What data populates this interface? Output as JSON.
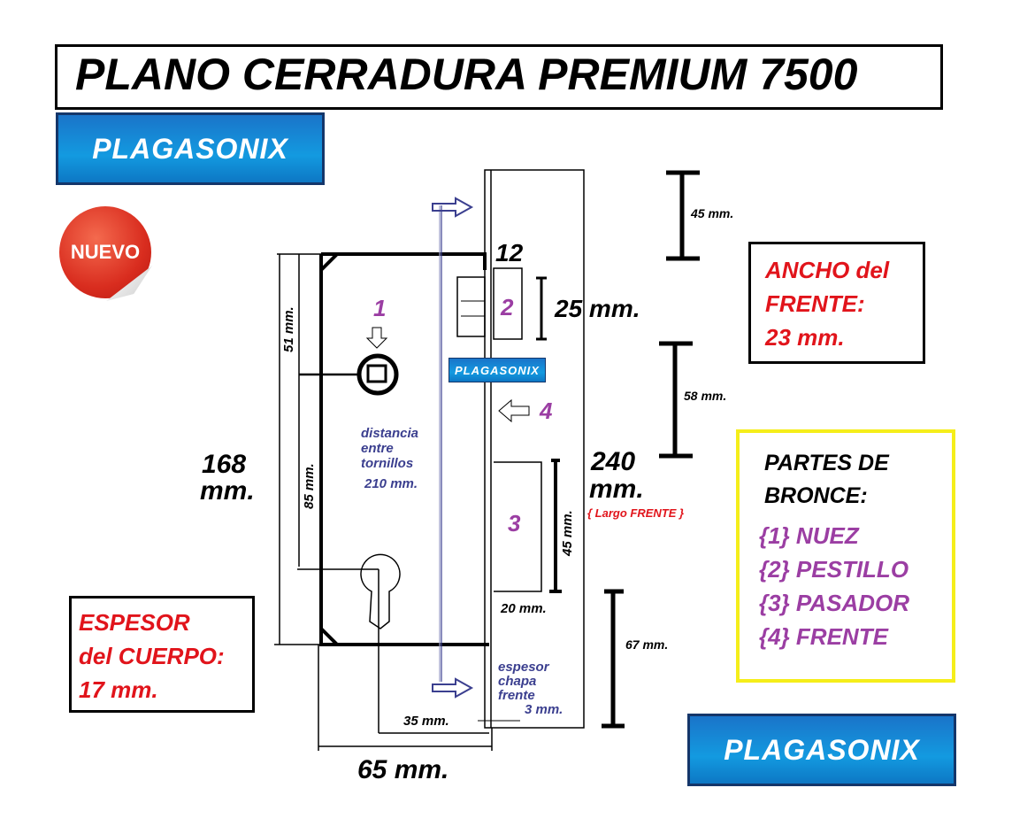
{
  "title": "PLANO CERRADURA PREMIUM 7500",
  "brand": {
    "top": "PLAGASONIX",
    "small": "PLAGASONIX",
    "bottom": "PLAGASONIX"
  },
  "sticker": "NUEVO",
  "dimensions": {
    "latch_width": "12",
    "latch_height": "25 mm.",
    "top_gap": "45 mm.",
    "mid_gap": "58 mm.",
    "bottom_gap": "67 mm.",
    "nuez_offset": "51 mm.",
    "nuez_to_cylinder": "85 mm.",
    "body_height_value": "168",
    "body_height_unit": "mm.",
    "front_length_value": "240",
    "front_length_unit": "mm.",
    "front_length_note": "{ Largo FRENTE }",
    "pasador_height": "45 mm.",
    "pasador_width": "20 mm.",
    "backset": "35 mm.",
    "total_width": "65 mm.",
    "screw_distance": [
      "distancia",
      "entre",
      "tornillos",
      "210 mm."
    ],
    "plate_thickness": [
      "espesor",
      "chapa",
      "frente",
      "3 mm."
    ]
  },
  "part_numbers": {
    "nuez": "1",
    "pestillo": "2",
    "pasador": "3",
    "frente": "4"
  },
  "ancho_frente": [
    "ANCHO del",
    "FRENTE:",
    "23 mm."
  ],
  "espesor_cuerpo": [
    "ESPESOR",
    "del CUERPO:",
    "17 mm."
  ],
  "partes": {
    "heading": [
      "PARTES DE",
      "BRONCE:"
    ],
    "items": [
      "{1} NUEZ",
      "{2} PESTILLO",
      "{3} PASADOR",
      "{4} FRENTE"
    ]
  },
  "colors": {
    "red": "#e1141b",
    "purple": "#9b3ea3",
    "navy": "#3b3f8f",
    "yellow": "#f5ee1a",
    "brand_blue": "#139ae0"
  }
}
